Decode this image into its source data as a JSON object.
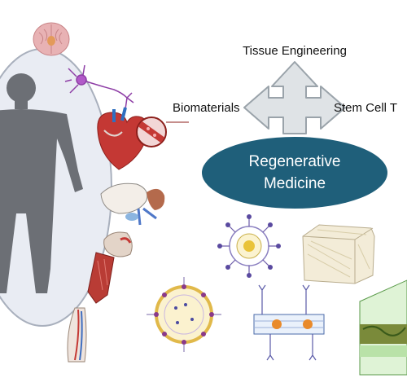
{
  "labels": {
    "top": "Tissue Engineering",
    "left": "Biomaterials",
    "right": "Stem Cell T",
    "center_line1": "Regenerative",
    "center_line2": "Medicine"
  },
  "colors": {
    "ellipse_fill": "#1f5f7a",
    "ellipse_text": "#ffffff",
    "arrow_fill": "#dfe3e6",
    "arrow_stroke": "#9aa3aa",
    "body_oval_fill": "#e9ecf3",
    "body_oval_stroke": "#a9b0bd",
    "human_silhouette": "#6c6f75"
  },
  "icons": [
    "brain-icon",
    "neuron-icon",
    "heart-icon",
    "blood-vessel-icon",
    "kidney-liver-icon",
    "shoulder-muscle-icon",
    "leg-vasculature-icon",
    "dendrimer-icon",
    "collagen-scaffold-icon",
    "micelle-icon",
    "nanotube-icon",
    "tissue-layer-icon"
  ]
}
